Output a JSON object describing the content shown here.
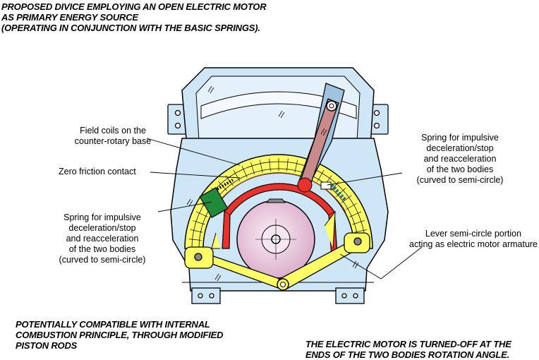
{
  "title": {
    "line1": "PROPOSED DIVICE EMPLOYING AN OPEN ELECTRIC MOTOR",
    "line2": "AS PRIMARY ENERGY SOURCE",
    "line3": "(OPERATING IN CONJUNCTION WITH THE BASIC SPRINGS)."
  },
  "labels": {
    "field_coils": {
      "line1": "Field coils on the",
      "line2": "counter-rotary base"
    },
    "zero_friction": "Zero friction contact",
    "spring_left": {
      "line1": "Spring for impulsive",
      "line2": "deceleration/stop",
      "line3": "and reacceleration",
      "line4": "of the two bodies",
      "line5": "(curved to semi-circle)"
    },
    "spring_right": {
      "line1": "Spring for impulsive",
      "line2": "deceleration/stop",
      "line3": "and reacceleration",
      "line4": "of the two bodies",
      "line5": "(curved to semi-circle)"
    },
    "lever": {
      "line1": "Lever semi-circle portion",
      "line2": "acting as electric motor armature"
    }
  },
  "notes": {
    "bottom_left": {
      "line1": "POTENTIALLY COMPATIBLE WITH INTERNAL",
      "line2": "COMBUSTION PRINCIPLE, THROUGH MODIFIED",
      "line3": "PISTON RODS"
    },
    "bottom_right": {
      "line1": "THE ELECTRIC MOTOR IS TURNED-OFF AT THE",
      "line2": "ENDS OF THE TWO BODIES ROTATION ANGLE."
    }
  },
  "colors": {
    "housing": "#cfe6f7",
    "yellow": "#ffff66",
    "red": "#e8322b",
    "green": "#1e8a3a",
    "rotor": "#e7c9de",
    "lever": "#c98a8a"
  }
}
